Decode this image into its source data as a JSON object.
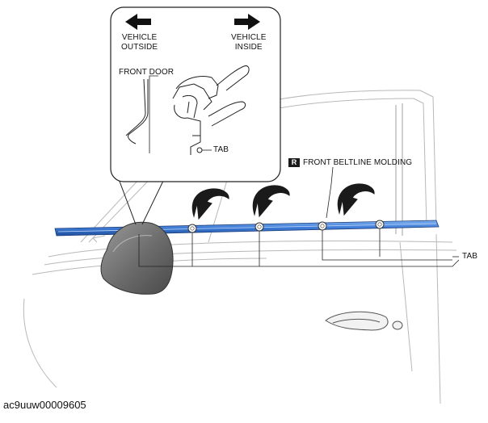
{
  "callout": {
    "direction_outside": "VEHICLE\nOUTSIDE",
    "direction_inside": "VEHICLE\nINSIDE",
    "front_door_label": "FRONT DOOR",
    "tab_label": "TAB"
  },
  "labels": {
    "badge": "R",
    "molding": "FRONT BELTLINE MOLDING",
    "tab_main": "TAB"
  },
  "reference_id": "ac9uuw00009605",
  "colors": {
    "molding_blue": "#3d7bd6",
    "outline": "#1a1a1a",
    "mirror_gray": "#6e6e6e"
  },
  "icons": [
    "arrow-left-icon",
    "arrow-right-icon",
    "curved-arrow-icon"
  ]
}
